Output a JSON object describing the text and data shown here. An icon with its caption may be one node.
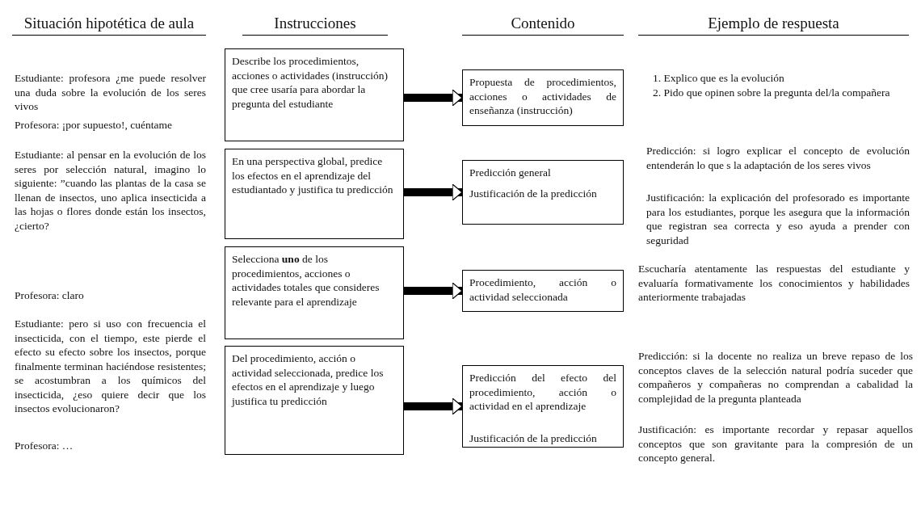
{
  "diagram": {
    "nodes": [
      {
        "text": [
          "Describe los procedimientos, acciones o actividades (instrucción) que cree usaría para abordar la pregunta del estudiante"
        ]
      },
      {
        "text": [
          "Propuesta de procedimientos, acciones o actividades de enseñanza (instrucción)"
        ]
      },
      {
        "text": [
          "En una perspectiva global, predice los efectos en el aprendizaje del estudiantado y justifica tu predicción"
        ]
      },
      {
        "text": [
          "Predicción general",
          "Justificación de la predicción"
        ]
      },
      {
        "text": [
          "Selecciona **uno** de los procedimientos, acciones o actividades totales que consideres relevante para el aprendizaje"
        ]
      },
      {
        "text": [
          "Procedimiento, acción o actividad seleccionada"
        ]
      },
      {
        "text": [
          "Del procedimiento, acción o actividad seleccionada, predice los efectos en el aprendizaje y luego justifica tu predicción"
        ]
      },
      {
        "text": [
          "Predicción del efecto del procedimiento, acción o actividad en el aprendizaje",
          "Justificación de la predicción"
        ]
      }
    ],
    "edges": [
      {
        "from": 0,
        "to": 1,
        "arrow": "to"
      },
      {
        "from": 2,
        "to": 3,
        "arrow": "to"
      },
      {
        "from": 4,
        "to": 5,
        "arrow": "to"
      },
      {
        "from": 6,
        "to": 7,
        "arrow": "to"
      }
    ],
    "labels": [
      "Situación hipotética de aula",
      "Instrucciones",
      "Contenido",
      "Ejemplo de respuesta",
      "Estudiante: profesora ¿me puede resolver una duda sobre la evolución de los seres vivos",
      "Profesora: ¡por supuesto!, cuéntame",
      "Estudiante: al pensar en la evolución de los seres por selección natural, imagino lo siguiente: ”cuando las plantas de la casa se llenan de insectos, uno aplica insecticida a las hojas o flores donde están los insectos, ¿cierto?",
      "Profesora: claro",
      "Estudiante: pero si uso con frecuencia el insecticida, con el tiempo, este pierde el efecto su efecto sobre los insectos, porque finalmente terminan haciéndose resistentes; se acostumbran a los químicos del insecticida, ¿eso quiere decir que los insectos evolucionaron?",
      "Profesora: …",
      "1. Explico que es la evolución",
      "2. Pido que opinen sobre la pregunta del/la compañera",
      "Predicción: si logro explicar el concepto de evolución entenderán lo que s la adaptación de los seres vivos",
      "Justificación: la explicación del profesorado es importante para los estudiantes, porque les asegura que la información que registran sea correcta y eso ayuda a prender con seguridad",
      "Escucharía atentamente las respuestas del estudiante y evaluaría formativamente los conocimientos y habilidades anteriormente trabajadas",
      "Predicción: si la docente no realiza un breve repaso de los conceptos claves de la selección natural podría suceder que compañeros y compañeras no comprendan a cabalidad la complejidad de la pregunta planteada",
      "Justificación: es importante recordar y repasar aquellos conceptos que son gravitante para la compresión de un concepto general."
    ]
  }
}
